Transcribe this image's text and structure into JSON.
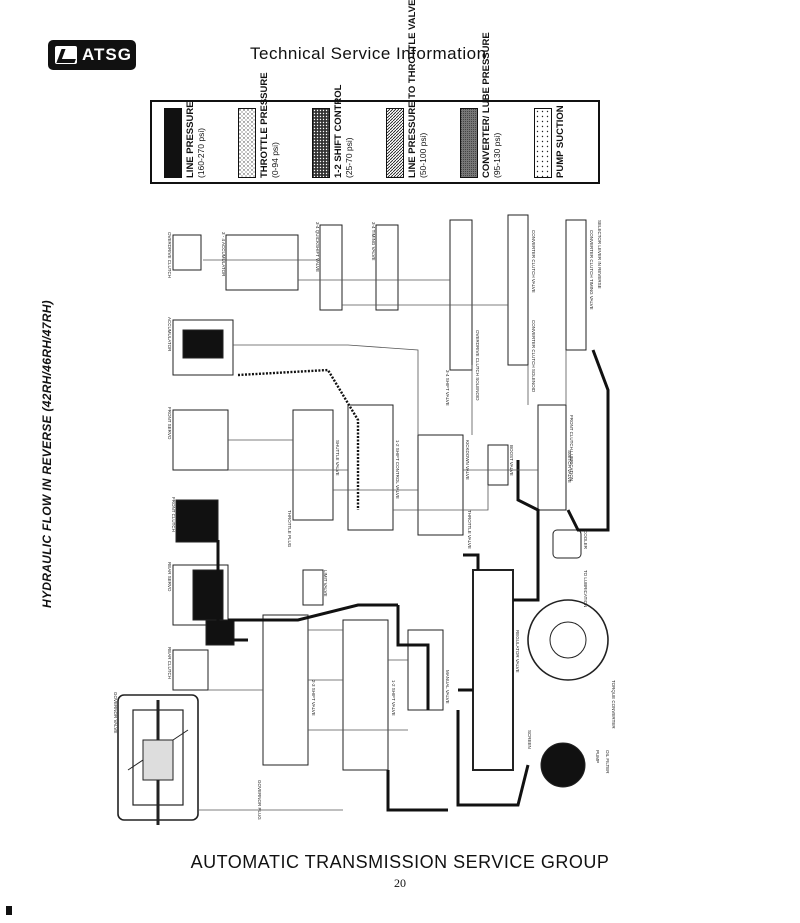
{
  "header": {
    "logo_text": "ATSG",
    "title": "Technical Service Information"
  },
  "legend": [
    {
      "label": "LINE PRESSURE",
      "range": "(160-270 psi)",
      "pattern": "solid"
    },
    {
      "label": "THROTTLE PRESSURE",
      "range": "(0-94 psi)",
      "pattern": "stipple"
    },
    {
      "label": "1-2 SHIFT CONTROL",
      "range": "(25-70 psi)",
      "pattern": "dense"
    },
    {
      "label": "LINE PRESSURE TO THROTTLE VALVE",
      "range": "(50-100 psi)",
      "pattern": "hatch"
    },
    {
      "label": "CONVERTER/ LUBE PRESSURE",
      "range": "(95-130 psi)",
      "pattern": "grey"
    },
    {
      "label": "PUMP SUCTION",
      "range": "",
      "pattern": "dots"
    }
  ],
  "diagram": {
    "title": "HYDRAULIC FLOW IN REVERSE (42RH/46RH/47RH)",
    "labels": {
      "overdrive_clutch": "OVERDRIVE CLUTCH",
      "accumulator_34": "3 - 4 ACCUMULATOR",
      "accumulator": "ACCUMULATOR",
      "front_servo": "FRONT SERVO",
      "front_clutch": "FRONT CLUTCH",
      "rear_servo": "REAR SERVO",
      "rear_clutch": "REAR CLUTCH",
      "governor_valve": "GOVERNOR VALVE",
      "governor_plug": "GOVERNOR PLUG",
      "shift_valve_23": "2-3 SHIFT VALVE",
      "shift_valve_12": "1-2 SHIFT VALVE",
      "shift_valve_34": "3-4 SHIFT VALVE",
      "timing_valve": "3-4 TIMING VALVE",
      "quickshift_valve": "3-4 QUICKSHIFT VALVE",
      "shuttle_valve": "SHUTTLE VALVE",
      "throttle_plug": "THROTTLE PLUG",
      "shift_control_valve": "1-2 SHIFT CONTROL VALVE",
      "kickdown_valve": "KICKDOWN VALVE",
      "throttle_valve": "THROTTLE VALVE",
      "limit_valve": "LIMIT VALVE",
      "manual_valve": "MANUAL VALVE",
      "regulator_valve": "REGULATOR VALVE",
      "switch_valve": "SWITCH VALVE",
      "boost_valve": "BOOST VALVE",
      "cooler": "COOLER",
      "to_lubrication": "TO LUBRICATION",
      "front_clutch_lubrication": "FRONT CLUTCH LUBRICATION",
      "torque_converter": "TORQUE CONVERTER",
      "pump": "PUMP",
      "oil_filter": "OIL FILTER",
      "screen": "SCREEN",
      "od_clutch_solenoid": "OVERDRIVE CLUTCH SOLENOID",
      "converter_solenoid": "CONVERTER CLUTCH SOLENOID",
      "converter_clutch_valve": "CONVERTER CLUTCH VALVE",
      "converter_timing_valve": "CONVERTER CLUTCH TIMING VALVE",
      "selector_lever": "SELECTOR LEVER IN REVERSE"
    }
  },
  "footer": {
    "title": "AUTOMATIC TRANSMISSION SERVICE GROUP",
    "page_number": "20"
  }
}
